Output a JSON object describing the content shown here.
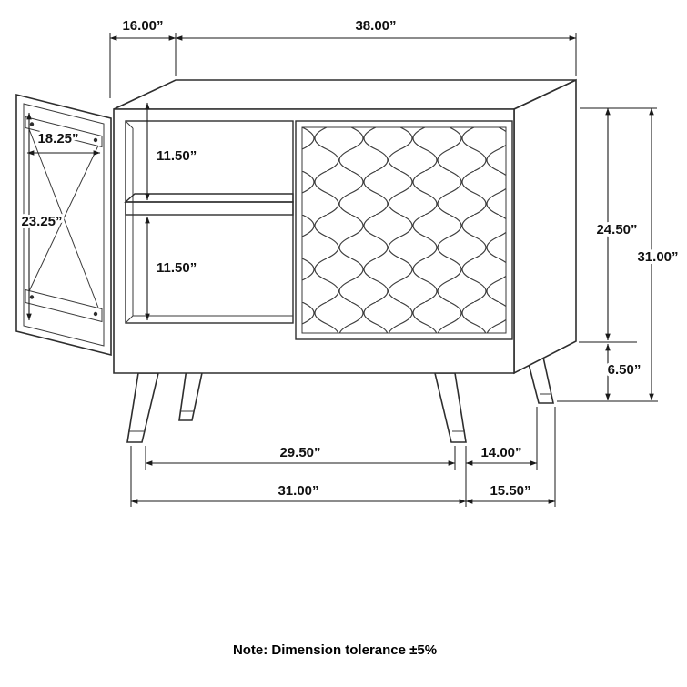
{
  "dims": {
    "top_depth": "16.00”",
    "top_width": "38.00”",
    "door_opening_width": "18.25”",
    "door_height": "23.25”",
    "upper_shelf": "11.50”",
    "lower_shelf": "11.50”",
    "body_height": "24.50”",
    "leg_height": "6.50”",
    "overall_height": "31.00”",
    "front_leg_span": "29.50”",
    "leg_depth": "14.00”",
    "base_width": "31.00”",
    "base_depth": "15.50”"
  },
  "note": "Note: Dimension tolerance ±5%",
  "line_color": "#2e2e2e"
}
